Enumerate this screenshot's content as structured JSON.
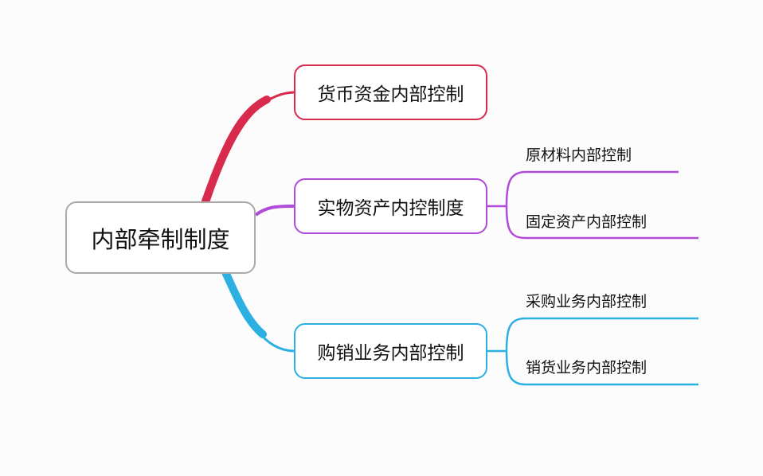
{
  "root": {
    "label": "内部牵制制度"
  },
  "branches": [
    {
      "label": "货币资金内部控制",
      "color": "#d82a4c",
      "children": []
    },
    {
      "label": "实物资产内控制度",
      "color": "#b04ad8",
      "children": [
        {
          "label": "原材料内部控制"
        },
        {
          "label": "固定资产内部控制"
        }
      ]
    },
    {
      "label": "购销业务内部控制",
      "color": "#2cb0e2",
      "children": [
        {
          "label": "采购业务内部控制"
        },
        {
          "label": "销货业务内部控制"
        }
      ]
    }
  ]
}
